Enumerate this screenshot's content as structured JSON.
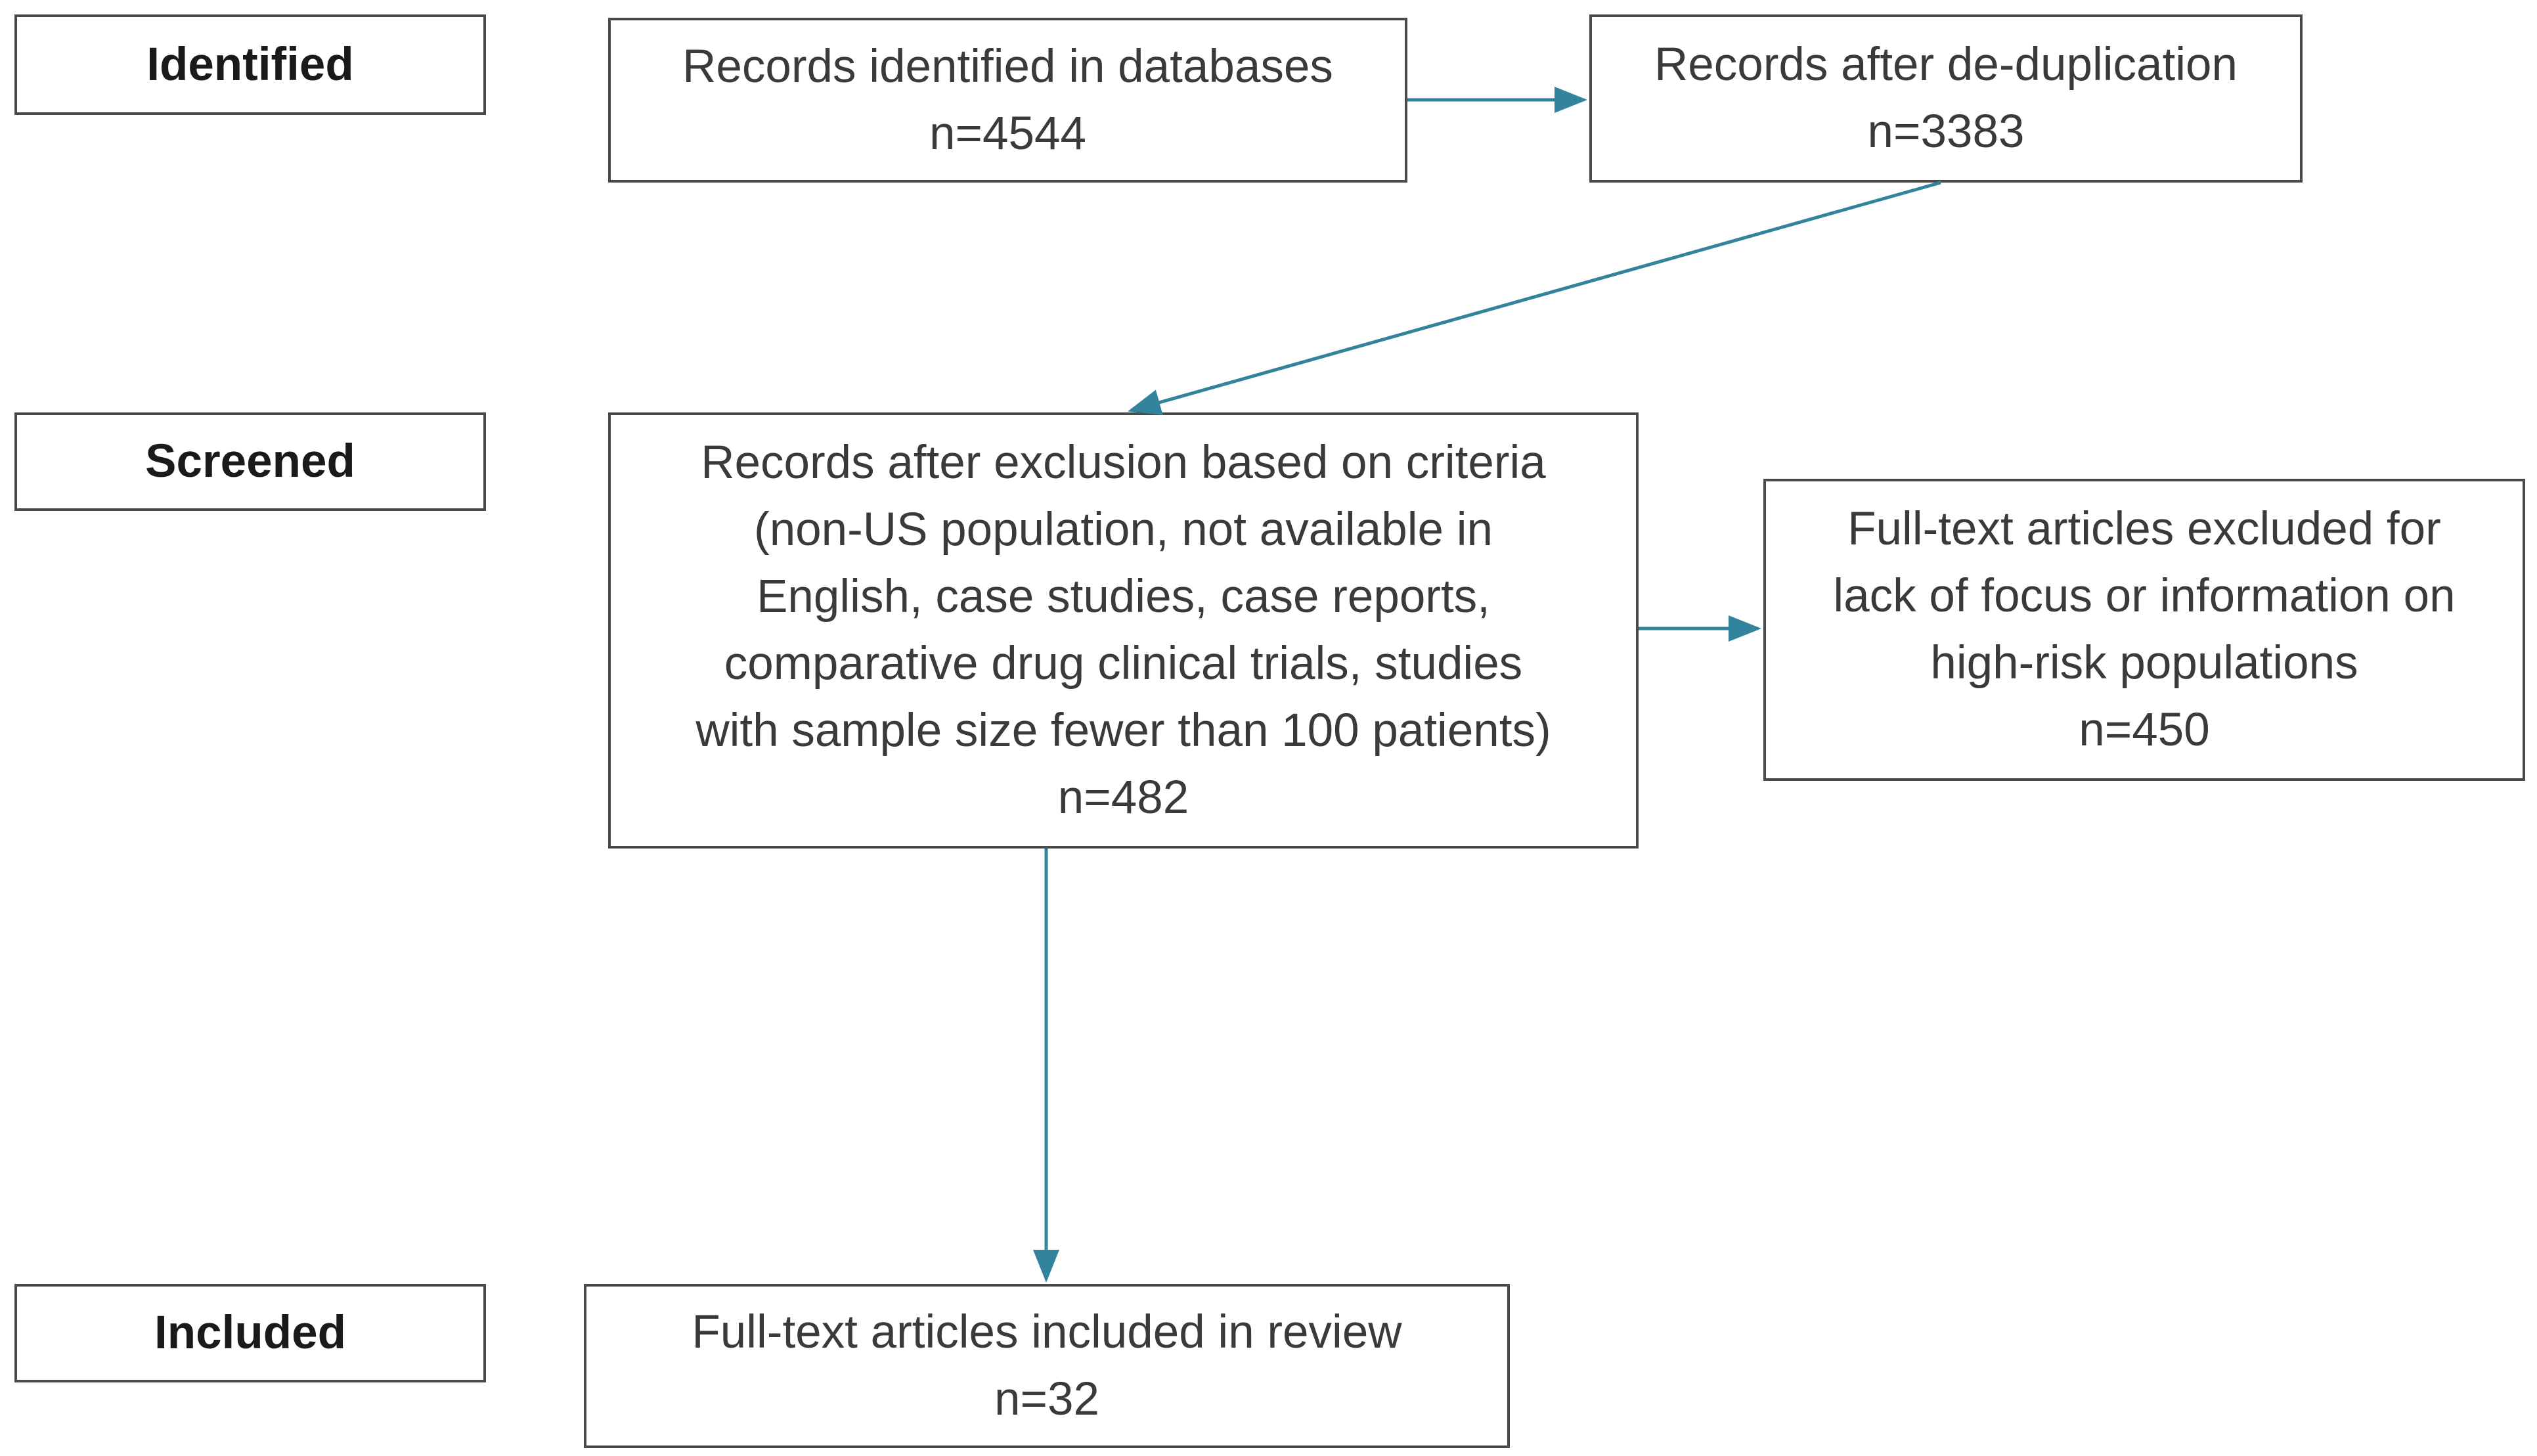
{
  "stages": {
    "identified": "Identified",
    "screened": "Screened",
    "included": "Included"
  },
  "boxes": {
    "records_identified": {
      "lines": [
        "Records identified in databases",
        "n=4544"
      ]
    },
    "after_dedup": {
      "lines": [
        "Records after de-duplication",
        "n=3383"
      ]
    },
    "after_exclusion": {
      "lines": [
        "Records after exclusion based on criteria",
        "(non-US population, not available in",
        "English, case studies, case reports,",
        "comparative drug clinical trials, studies",
        "with sample size fewer than 100 patients)",
        "n=482"
      ]
    },
    "excluded_fulltext": {
      "lines": [
        "Full-text articles excluded for",
        "lack of focus or information on",
        "high-risk populations",
        "n=450"
      ]
    },
    "included_review": {
      "lines": [
        "Full-text articles included in review",
        "n=32"
      ]
    }
  },
  "colors": {
    "arrow": "#31849b",
    "border": "#4a4a4a"
  }
}
